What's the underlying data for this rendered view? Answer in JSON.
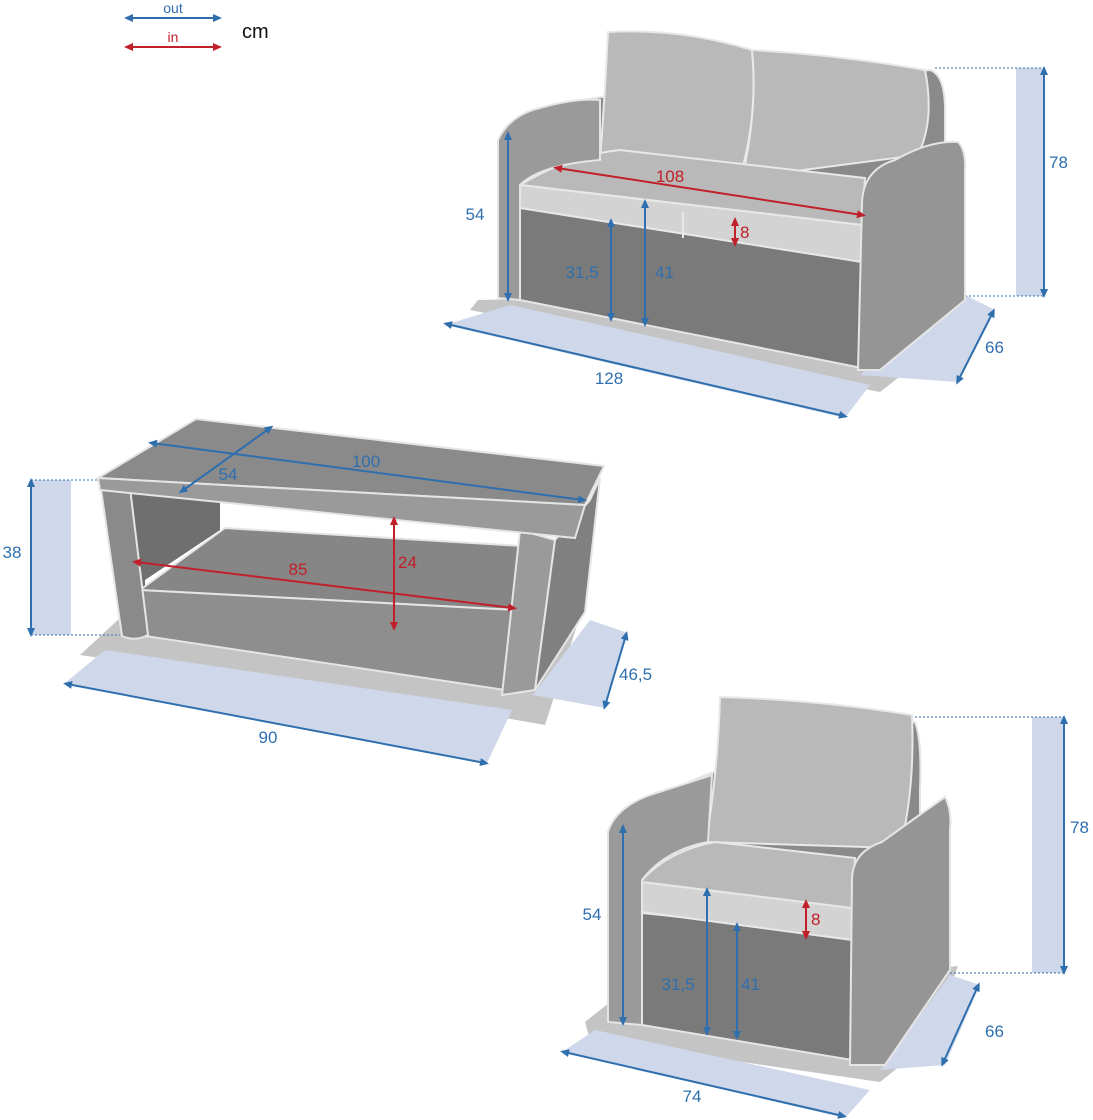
{
  "colors": {
    "out": "#2f6fae",
    "in": "#c0202a",
    "shadow": "#cfd8ea",
    "frame_dark": "#7e7e7e",
    "frame_mid": "#969696",
    "cushion": "#b9b9b9",
    "cushion_light": "#d3d3d3",
    "floor_shadow": "#c4c4c4"
  },
  "legend": {
    "out_label": "out",
    "in_label": "in",
    "unit": "cm"
  },
  "sofa": {
    "width": "128",
    "depth": "66",
    "height": "78",
    "arm_height": "54",
    "seat_width_inner": "108",
    "cushion_thickness": "8",
    "seat_height_frame": "31,5",
    "seat_height": "41"
  },
  "table": {
    "top_width": "100",
    "top_depth": "54",
    "height": "38",
    "shelf_width": "85",
    "clearance": "24",
    "base_width": "90",
    "base_depth": "46,5"
  },
  "chair": {
    "width": "74",
    "depth": "66",
    "height": "78",
    "arm_height": "54",
    "cushion_thickness": "8",
    "seat_height_frame": "31,5",
    "seat_height": "41"
  }
}
